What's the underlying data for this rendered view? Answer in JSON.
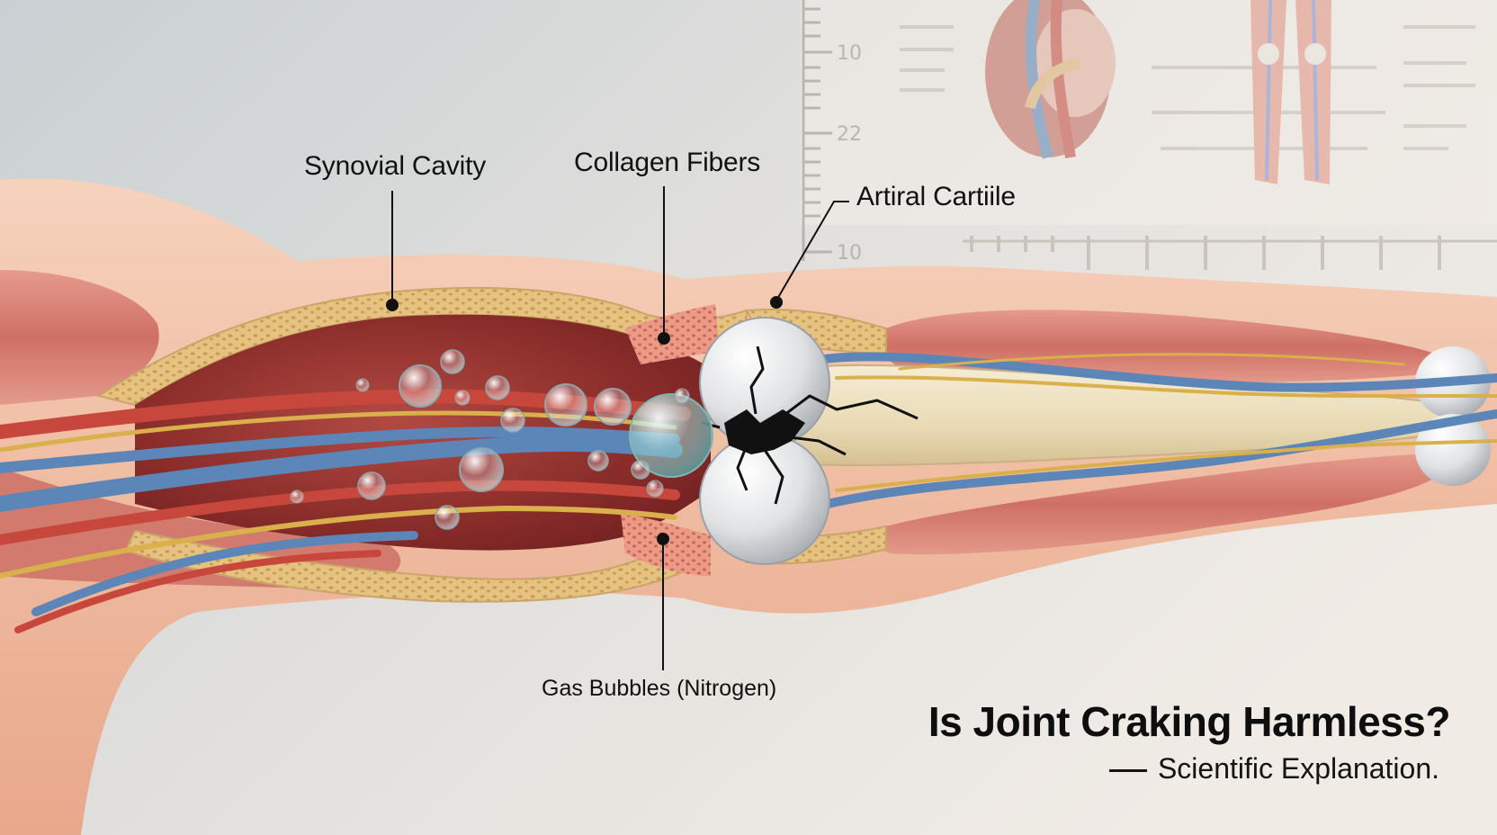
{
  "labels": {
    "synovial_cavity": "Synovial Cavity",
    "collagen_fibers": "Collagen Fibers",
    "articular_cartilage": "Artiral Cartiile",
    "gas_bubbles": "Gas Bubbles (Nitrogen)"
  },
  "heading": {
    "title": "Is Joint Craking Harmless?",
    "subtitle": "Scientific Explanation."
  },
  "ruler_ticks": [
    "10",
    "22",
    "10"
  ],
  "colors": {
    "muscle": "#d9877c",
    "skin": "#f1c2a8",
    "cartilage": "#e9c98e",
    "artery": "#c8473c",
    "vein": "#5b86b7",
    "nerve": "#d9b04c",
    "bone": "#efe3c6",
    "cavity": "#8e2f2c"
  },
  "icons": [
    "gas-bubble-icon",
    "crack-icon"
  ]
}
